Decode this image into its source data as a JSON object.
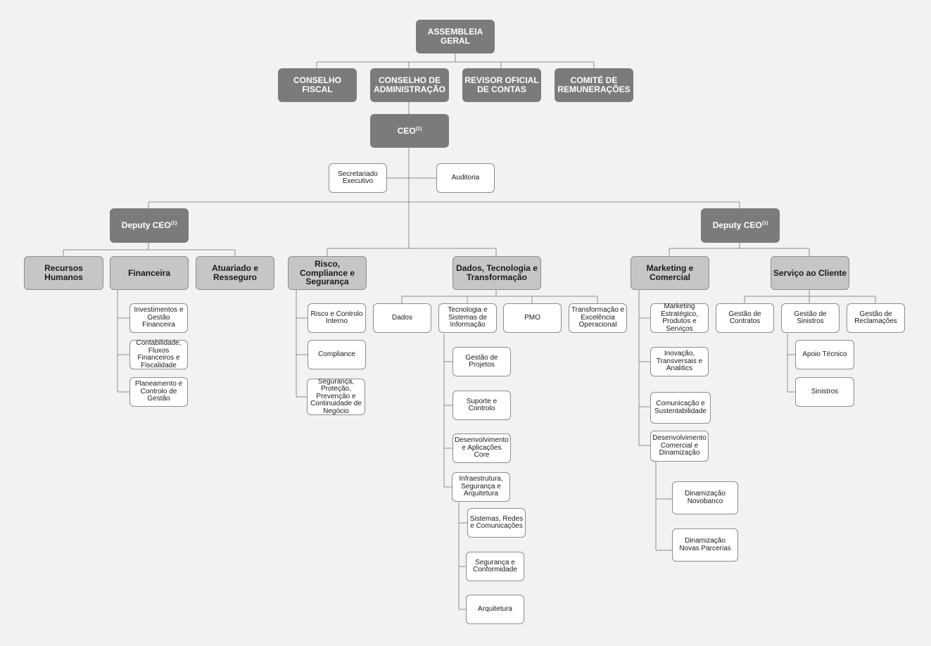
{
  "governance": {
    "assembleia": "ASSEMBLEIA GERAL",
    "conselho_fiscal": "CONSELHO FISCAL",
    "conselho_admin": "CONSELHO DE ADMINISTRAÇÃO",
    "revisor": "REVISOR OFICIAL DE CONTAS",
    "comite": "COMITÉ DE REMUNERAÇÕES"
  },
  "ceo": {
    "label": "CEO",
    "note": "(1)"
  },
  "staff": {
    "secretariado": "Secretariado Executivo",
    "auditoria": "Auditoria"
  },
  "deputy_left": {
    "label": "Deputy CEO",
    "note": "(1)"
  },
  "deputy_right": {
    "label": "Deputy CEO",
    "note": "(1)"
  },
  "rh": "Recursos Humanos",
  "financeira": {
    "label": "Financeira",
    "items": [
      "Investimentos e Gestão Financeira",
      "Contabilidade, Fluxos Financeiros e Fiscalidade",
      "Planeamento e Controlo de Gestão"
    ]
  },
  "atuariado": "Atuariado e Resseguro",
  "risco": {
    "label": "Risco, Compliance e Segurança",
    "items": [
      "Risco e Controlo Interno",
      "Compliance",
      "Segurança, Proteção, Prevenção e Continuidade de Negócio"
    ]
  },
  "dados_tec": {
    "label": "Dados, Tecnologia e Transformação",
    "dados": "Dados",
    "tsi": "Tecnologia e Sistemas de Informação",
    "pmo": "PMO",
    "transf": "Transformação e Excelência Operacional",
    "tsi_items": [
      "Gestão de Projetos",
      "Suporte e Controlo",
      "Desenvolvimento e Aplicações Core",
      "Infraestrutura, Segurança e Arquitetura"
    ],
    "infra_items": [
      "Sistemas, Redes e Comunicações",
      "Segurança e Conformidade",
      "Arquitetura"
    ]
  },
  "marketing": {
    "label": "Marketing e Comercial",
    "items": [
      "Marketing Estratégico, Produtos e Serviços",
      "Inovação, Transversais e Analitics",
      "Comunicação e Sustentabilidade",
      "Desenvolvimento Comercial e Dinamização"
    ],
    "dinam_items": [
      "Dinamização Novobanco",
      "Dinamização Novas Parcerias"
    ]
  },
  "servico": {
    "label": "Serviço ao Cliente",
    "contratos": "Gestão de Contratos",
    "sinistros": "Gestão de Sinistros",
    "reclamacoes": "Gestão de Reclamações",
    "sinistros_items": [
      "Apoio Técnico",
      "Sinistros"
    ]
  }
}
